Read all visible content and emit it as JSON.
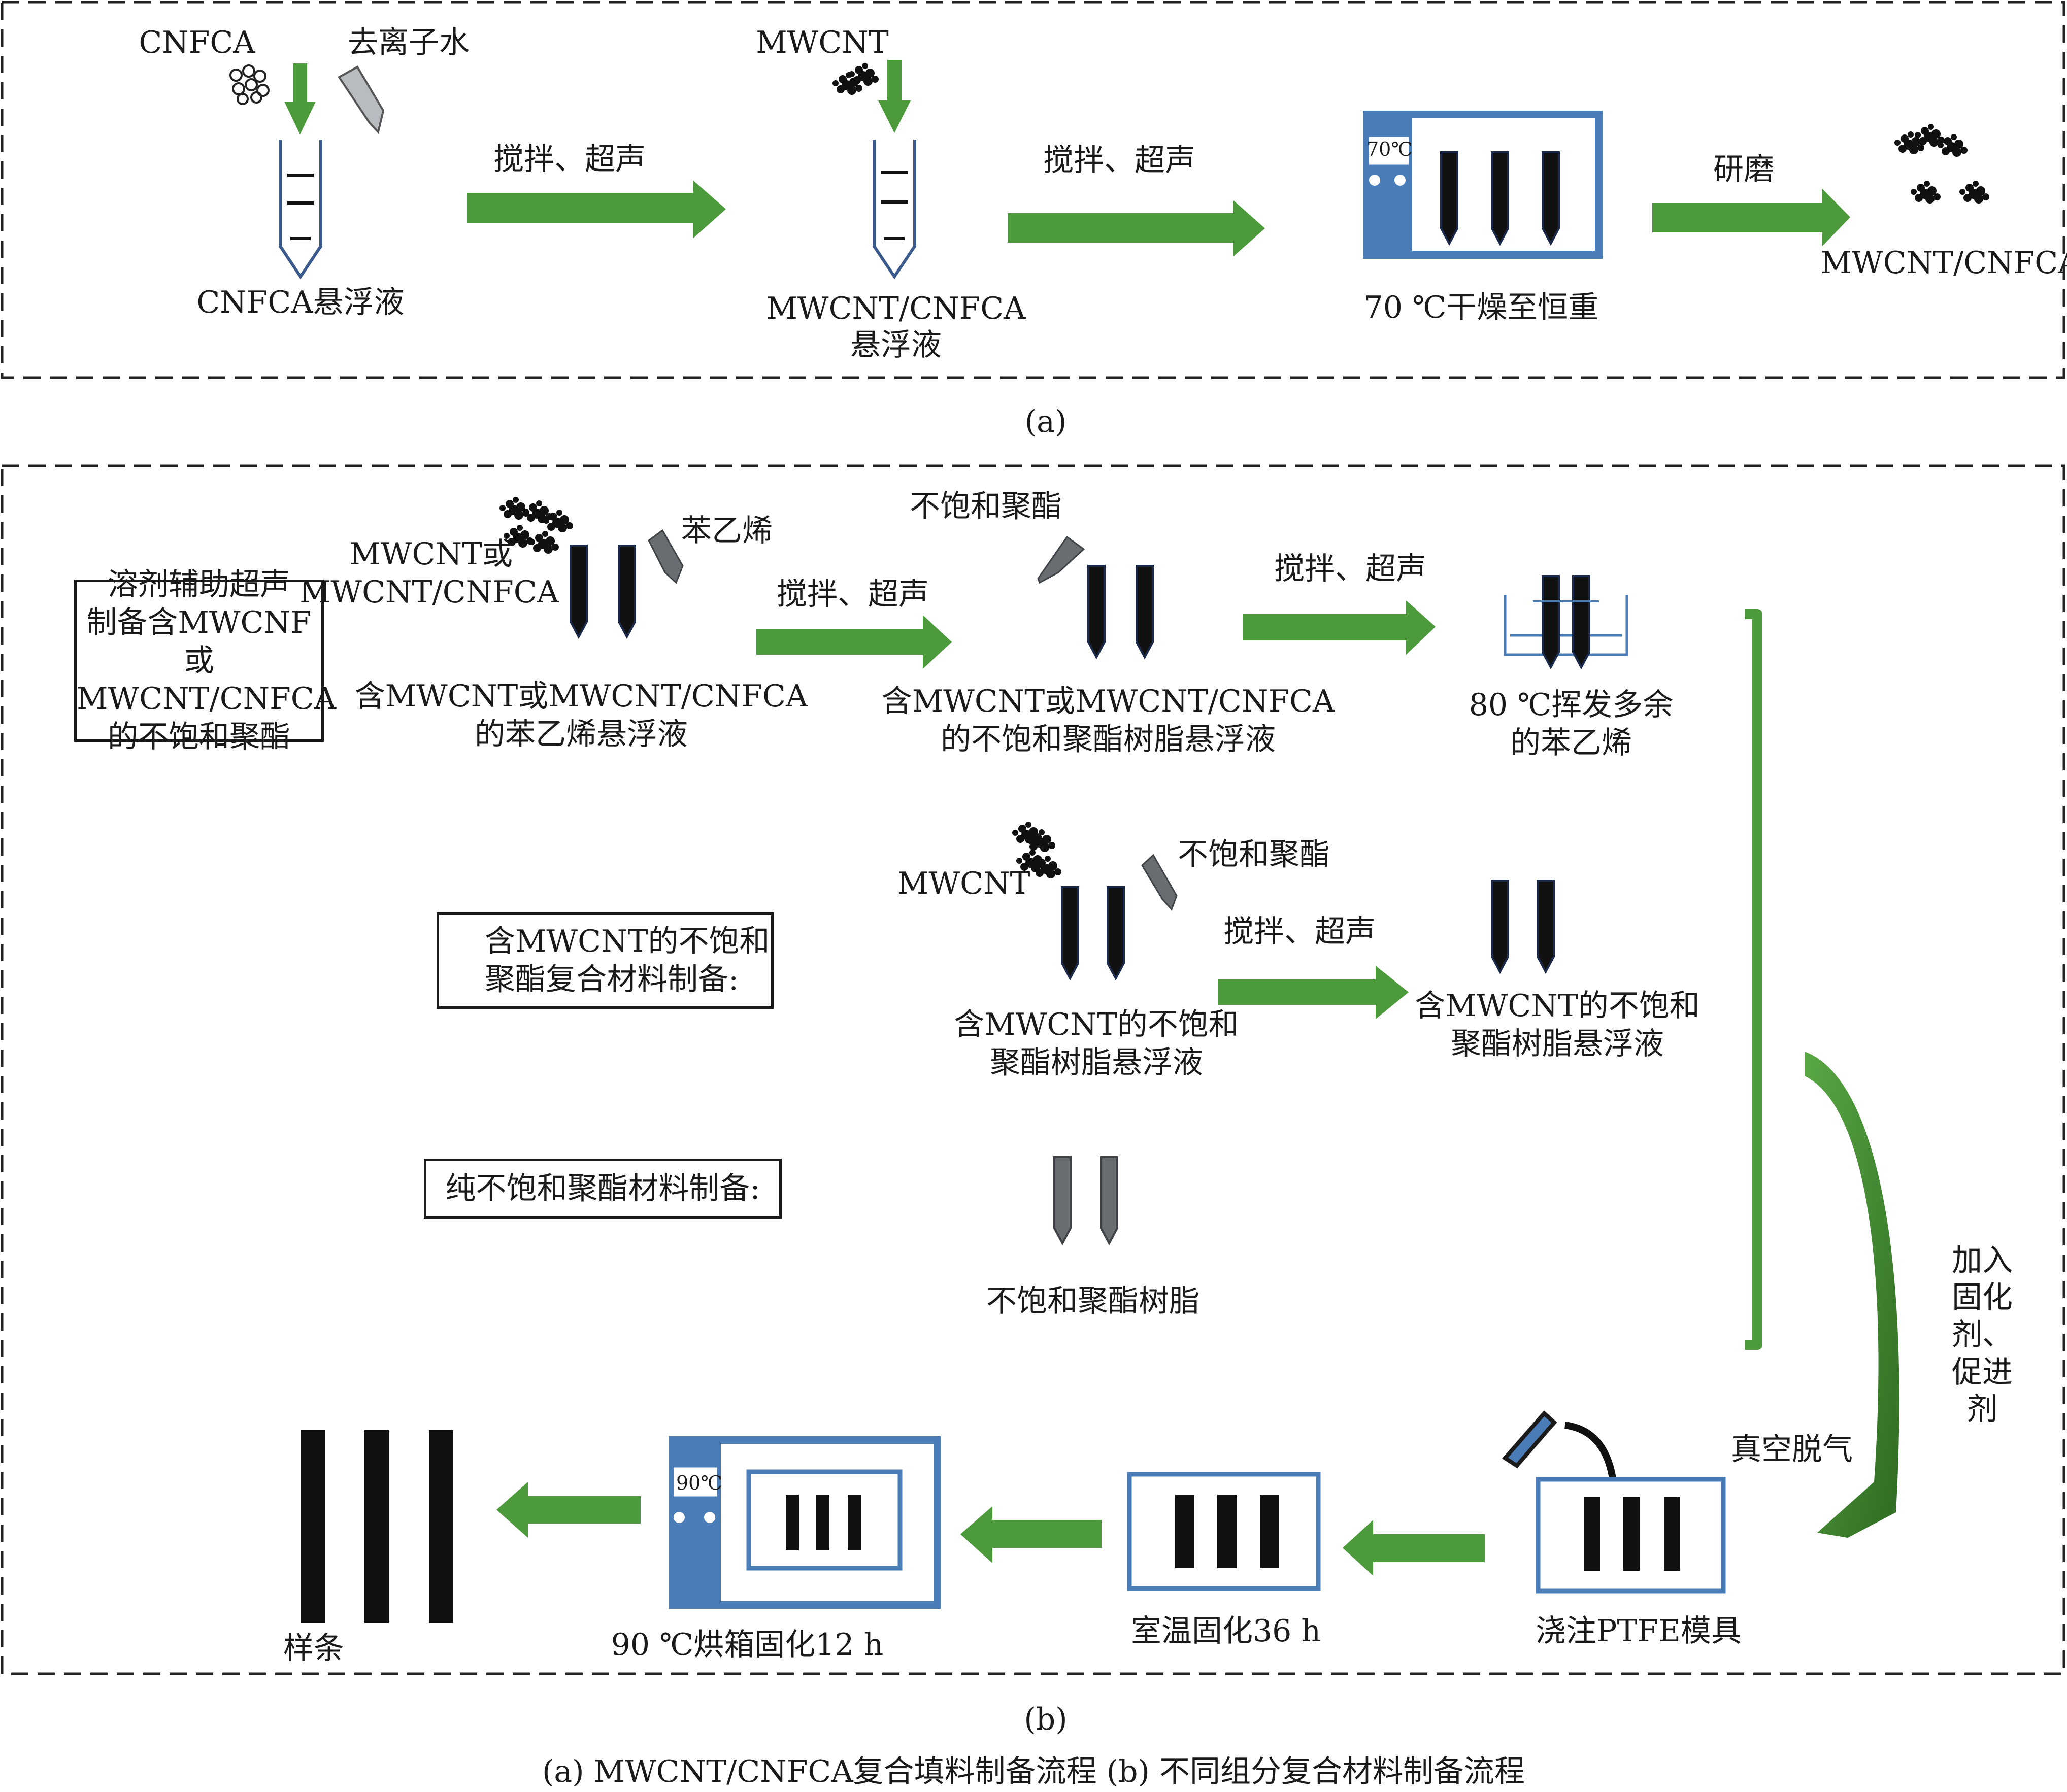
{
  "panel_a": {
    "cnfca": "CNFCA",
    "water": "去离子水",
    "step1_label": "搅拌、超声",
    "cnfca_suspension": "CNFCA悬浮液",
    "mwcnt": "MWCNT",
    "step2_label": "搅拌、超声",
    "mix_suspension_line1": "MWCNT/CNFCA",
    "mix_suspension_line2": "悬浮液",
    "oven_temp": "70℃",
    "dry_label": "70 ℃干燥至恒重",
    "grind_label": "研磨",
    "product": "MWCNT/CNFCA",
    "caption": "(a)"
  },
  "panel_b": {
    "method1_box": "溶剂辅助超声\n制备含MWCNF\n或MWCNT/CNFCA\n的不饱和聚酯",
    "filler_label": "MWCNT或\nMWCNT/CNFCA",
    "styrene": "苯乙烯",
    "styrene_susp": "含MWCNT或MWCNT/CNFCA\n的苯乙烯悬浮液",
    "stir1": "搅拌、超声",
    "up_label_1": "不饱和聚酯",
    "resin_susp_1": "含MWCNT或MWCNT/CNFCA\n的不饱和聚酯树脂悬浮液",
    "stir2": "搅拌、超声",
    "evaporate": "80 ℃挥发多余\n的苯乙烯",
    "method2_box": "含MWCNT的不饱和\n聚酯复合材料制备:",
    "mwcnt_label": "MWCNT",
    "up_label_2": "不饱和聚酯",
    "susp_left_2": "含MWCNT的不饱和\n聚酯树脂悬浮液",
    "stir3": "搅拌、超声",
    "susp_right_2": "含MWCNT的不饱和\n聚酯树脂悬浮液",
    "method3_box": "纯不饱和聚酯材料制备:",
    "pure_resin": "不饱和聚酯树脂",
    "add_agents": "加入\n固化剂、\n促进剂",
    "degas": "真空脱气",
    "mold": "浇注PTFE模具",
    "room_cure": "室温固化36 h",
    "oven_temp2": "90℃",
    "oven_cure": "90 ℃烘箱固化12 h",
    "sample": "样条",
    "caption": "(b)"
  },
  "figure_caption": "(a) MWCNT/CNFCA复合填料制备流程    (b) 不同组分复合材料制备流程",
  "colors": {
    "arrow_green": "#4d9a3c",
    "oven_blue": "#4a7db8",
    "ink": "#1a1a1a",
    "gray_tube": "#666b70"
  }
}
